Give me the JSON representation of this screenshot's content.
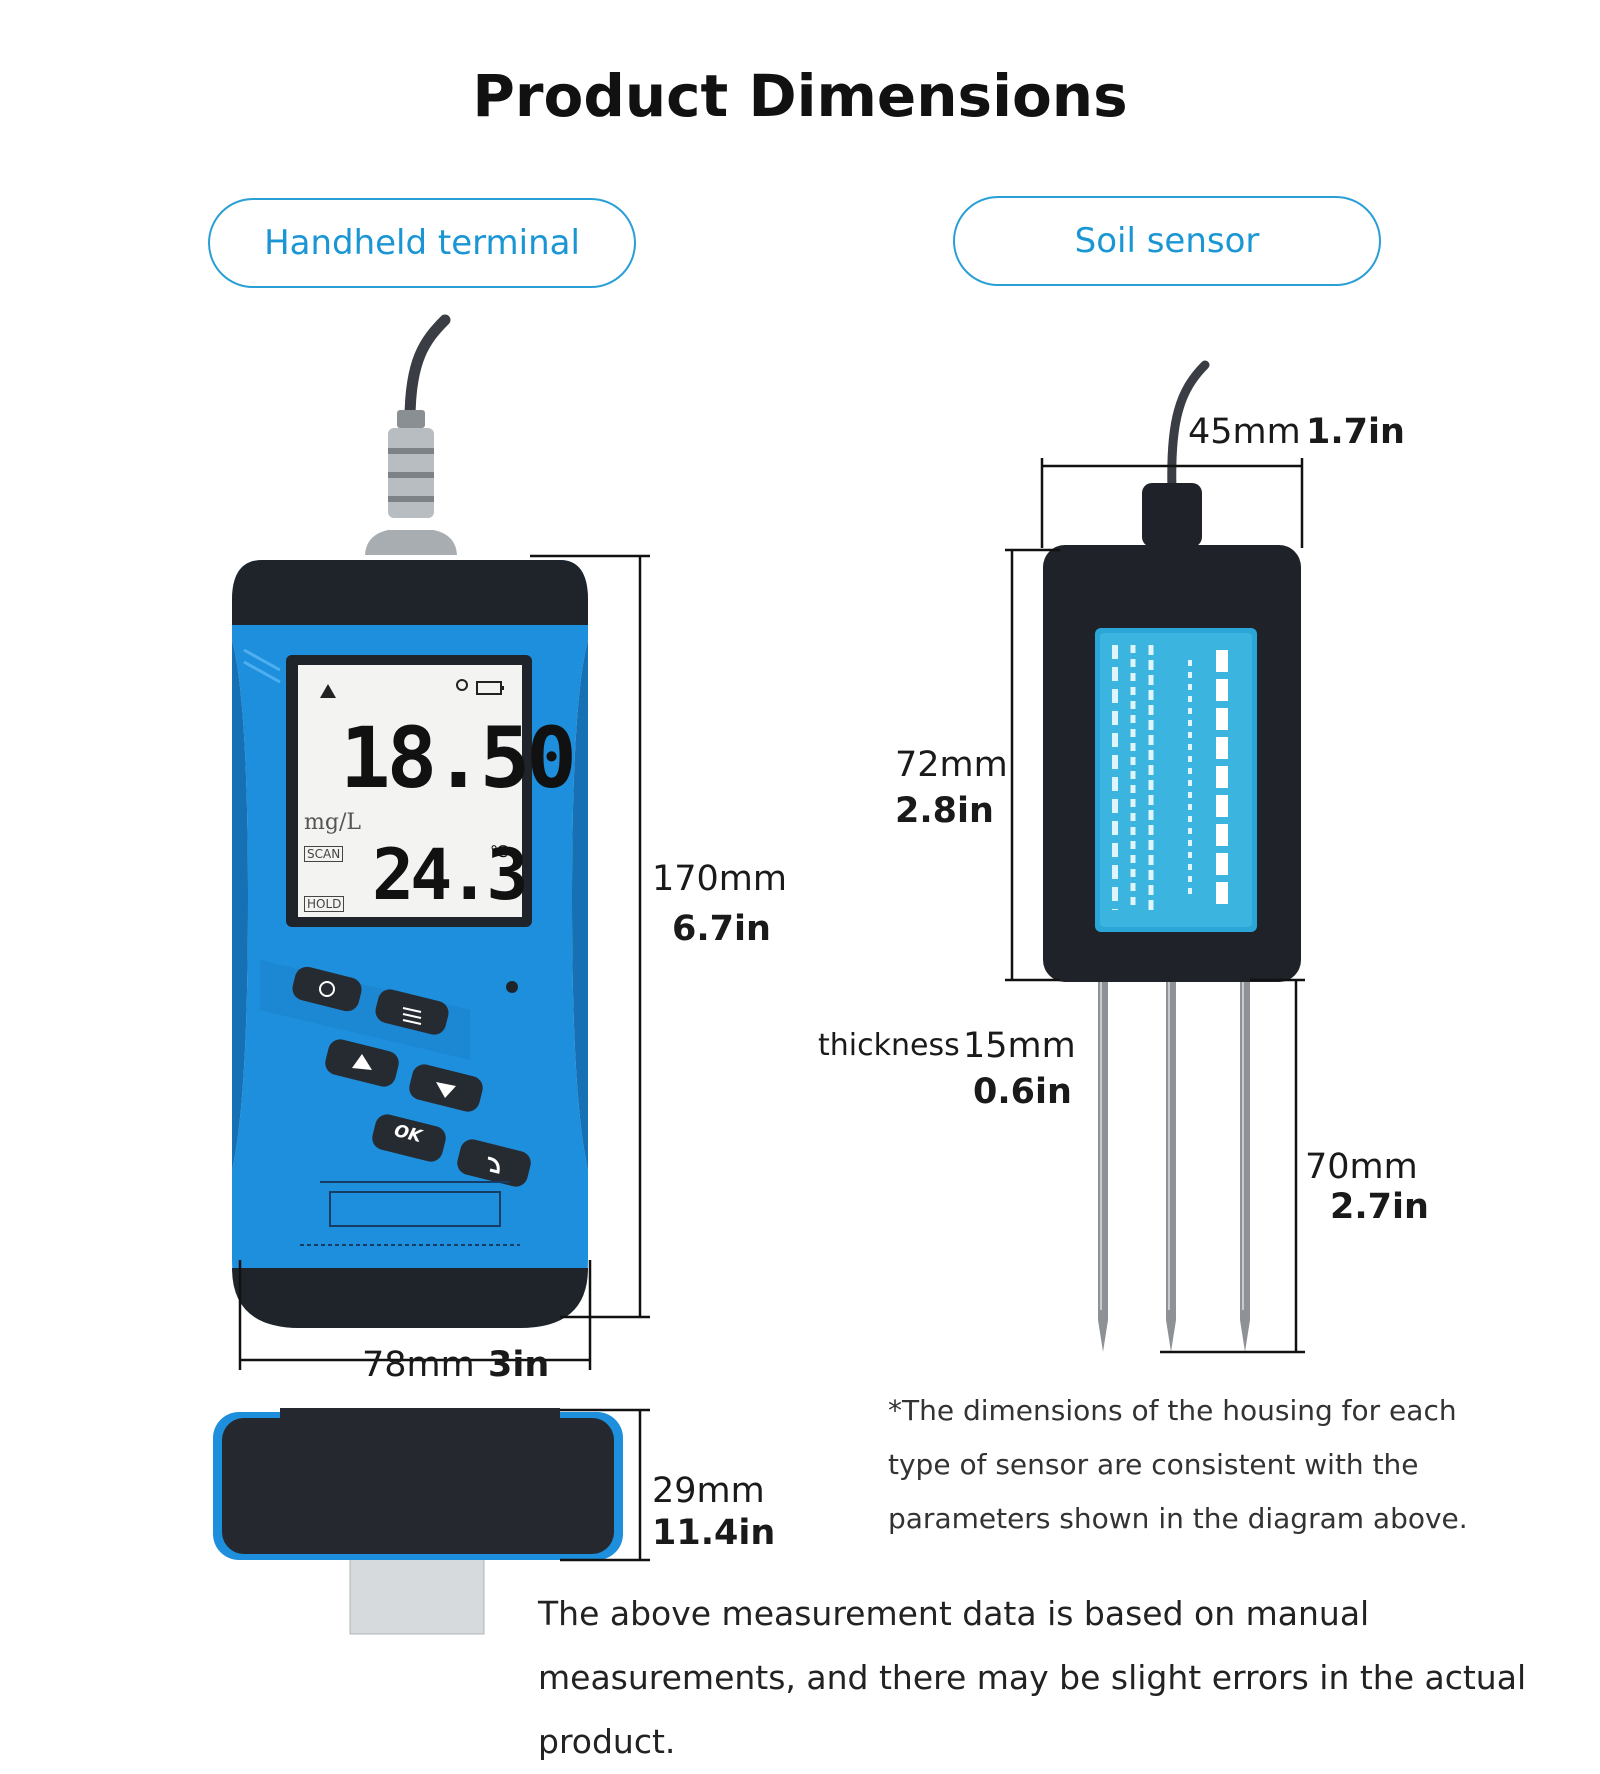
{
  "title": "Product Dimensions",
  "labels": {
    "handheld": "Handheld terminal",
    "sensor": "Soil sensor"
  },
  "handheld": {
    "display_main": "18.50",
    "display_unit": "mg/L",
    "display_scan": "SCAN",
    "display_hold": "HOLD",
    "display_temp": "24.3",
    "display_temp_unit": "℃",
    "button_ok": "OK",
    "dims": {
      "height_mm": "170mm",
      "height_in": "6.7in",
      "width_mm": "78mm",
      "width_in": "3in",
      "depth_mm": "29mm",
      "depth_in": "11.4in"
    }
  },
  "sensor": {
    "dims": {
      "width_mm": "45mm",
      "width_in": "1.7in",
      "body_mm": "72mm",
      "body_in": "2.8in",
      "thickness_label": "thickness",
      "thickness_mm": "15mm",
      "thickness_in": "0.6in",
      "probe_mm": "70mm",
      "probe_in": "2.7in"
    }
  },
  "notes": {
    "housing": "*The dimensions of the housing for each type of sensor are consistent with the parameters shown in the diagram above.",
    "disclaimer": "The above measurement data is based on manual measurements, and there may be slight errors in the actual product."
  },
  "colors": {
    "accent": "#2a9fd6",
    "device_blue": "#1e8fdc",
    "device_black": "#1e2329"
  }
}
